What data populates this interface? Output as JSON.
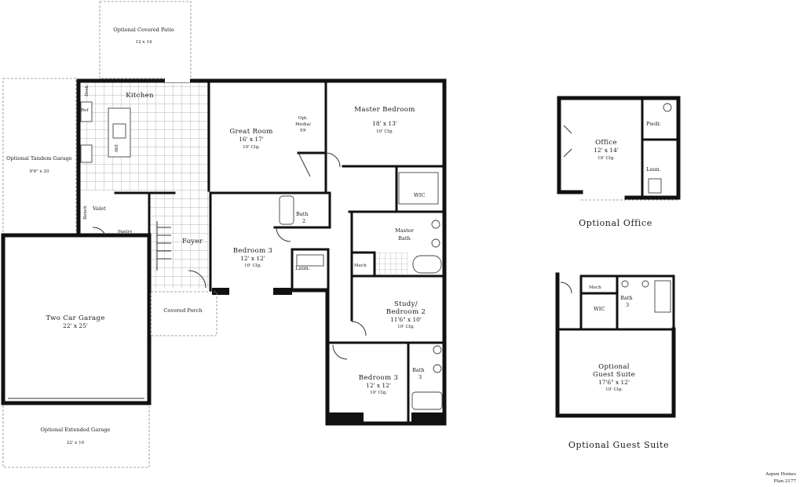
{
  "main_plan": {
    "rooms": {
      "patio": {
        "name": "Optional Covered Patio",
        "size": "12 x 14"
      },
      "kitchen": {
        "name": "Kitchen"
      },
      "great_room": {
        "name": "Great Room",
        "size": "16' x 17'",
        "ceiling": "10' Clg."
      },
      "master_bedroom": {
        "name": "Master Bedroom",
        "size": "18' x 13'",
        "ceiling": "10' Clg."
      },
      "tandem_garage": {
        "name": "Optional Tandem Garage",
        "size": "9'6\" x 20"
      },
      "two_car_garage": {
        "name": "Two Car Garage",
        "size": "22' x 25'"
      },
      "extended_garage": {
        "name": "Optional Extended Garage",
        "size": "22' x 10"
      },
      "foyer": {
        "name": "Foyer"
      },
      "covered_porch": {
        "name": "Covered Porch"
      },
      "bedroom3_front": {
        "name": "Bedroom 3",
        "size": "12' x 12'",
        "ceiling": "10' Clg."
      },
      "study": {
        "name_line1": "Study/",
        "name_line2": "Bedroom 2",
        "size": "11'6\" x 10'",
        "ceiling": "10' Clg."
      },
      "bedroom3_rear": {
        "name": "Bedroom 3",
        "size": "12' x 12'",
        "ceiling": "10' Clg."
      },
      "master_bath": {
        "name_line1": "Master",
        "name_line2": "Bath"
      },
      "wic": {
        "name": "WIC"
      },
      "bath2": {
        "name_line1": "Bath",
        "name_line2": "2"
      },
      "bath3": {
        "name_line1": "Bath",
        "name_line2": "3"
      },
      "laun": {
        "name": "Laun."
      },
      "mech": {
        "name": "Mech"
      },
      "opt_media": {
        "line1": "Opt.",
        "line2": "Media/",
        "line3": "FP"
      }
    },
    "fixtures": {
      "desk": "Desk",
      "ref": "Ref",
      "dw": "DW",
      "valet": "Valet",
      "bench": "Bench",
      "pantry": "Pantry"
    }
  },
  "optional_office": {
    "title": "Optional Office",
    "office": {
      "name": "Office",
      "size": "12' x 14'",
      "ceiling": "10' Clg."
    },
    "pwdr": "Pwdr.",
    "laun": "Laun."
  },
  "optional_guest_suite": {
    "title": "Optional Guest Suite",
    "suite": {
      "name_line1": "Optional",
      "name_line2": "Guest Suite",
      "size": "17'6\" x 12'",
      "ceiling": "10' Clg."
    },
    "mech": "Mech",
    "wic": "WIC",
    "bath": {
      "line1": "Bath",
      "line2": "3"
    }
  },
  "credit": {
    "line1": "Aspen Homes",
    "line2": "Plan 2177"
  }
}
